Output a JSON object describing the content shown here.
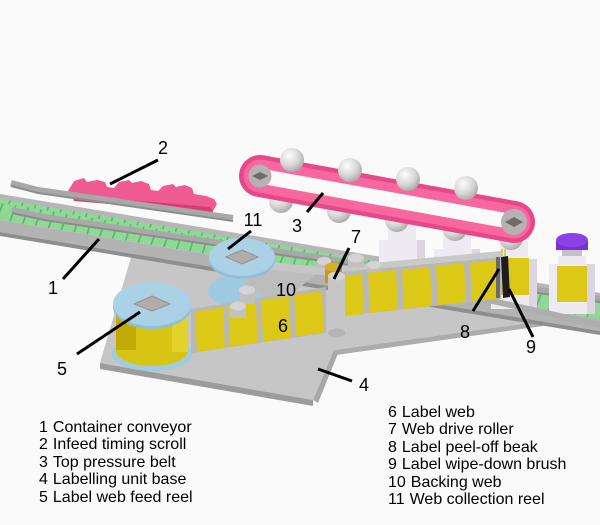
{
  "figure": {
    "kind": "technical-diagram",
    "subject": "roll-fed labelling machine with numbered components"
  },
  "parts": [
    {
      "num": "1",
      "label": "Container conveyor"
    },
    {
      "num": "2",
      "label": "Infeed timing scroll"
    },
    {
      "num": "3",
      "label": "Top pressure belt"
    },
    {
      "num": "4",
      "label": "Labelling unit base"
    },
    {
      "num": "5",
      "label": "Label web feed reel"
    },
    {
      "num": "6",
      "label": "Label web"
    },
    {
      "num": "7",
      "label": "Web drive roller"
    },
    {
      "num": "8",
      "label": "Label peel-off beak"
    },
    {
      "num": "9",
      "label": "Label wipe-down brush"
    },
    {
      "num": "10",
      "label": "Backing web"
    },
    {
      "num": "11",
      "label": "Web collection reel"
    }
  ],
  "colors": {
    "background": "#fafafa",
    "conveyor_green": "#8fd996",
    "conveyor_segment": "#5cb469",
    "rail_gray": "#a8a8a8",
    "scroll_pink": "#ef5b90",
    "belt_pink": "#f8689f",
    "belt_pink_dark": "#e8478a",
    "base_gray": "#c6c6c6",
    "reel_blue": "#aad1e6",
    "web_yellow": "#dcc816",
    "backing_gray": "#b8b8b8",
    "drive_roller_gold": "#d9af25",
    "container_white": "#edeaf1",
    "cap_purple": "#7b2fd6",
    "brush_black": "#1d1d1d"
  }
}
